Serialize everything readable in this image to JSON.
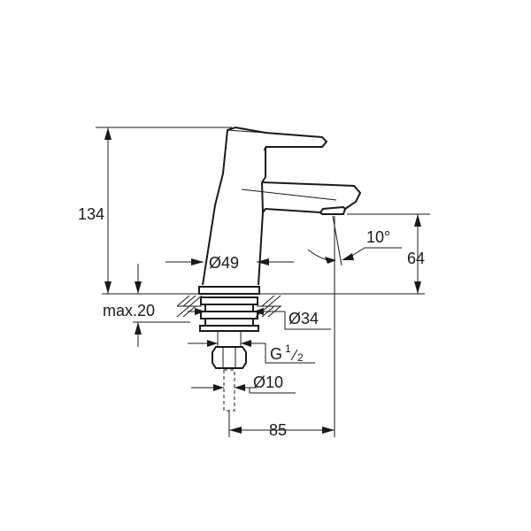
{
  "dimensions": {
    "height_total": "134",
    "spout_height": "64",
    "spout_angle": "10°",
    "body_diameter": "Ø49",
    "max_deck": "max.20",
    "shank_diameter": "Ø34",
    "thread_prefix": "G",
    "thread_num": "1",
    "thread_den": "2",
    "supply_diameter": "Ø10",
    "reach": "85"
  }
}
